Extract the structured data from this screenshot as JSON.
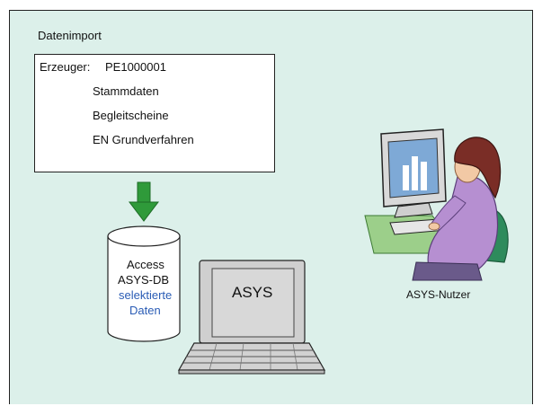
{
  "title": "Datenimport",
  "import": {
    "erzeuger_label": "Erzeuger:",
    "erzeuger_value": "PE1000001",
    "items": [
      "Stammdaten",
      "Begleitscheine",
      "EN Grundverfahren"
    ]
  },
  "database": {
    "line1": "Access",
    "line2": "ASYS-DB",
    "line3": "selektierte",
    "line4": "Daten"
  },
  "laptop": {
    "screen_label": "ASYS"
  },
  "user": {
    "caption": "ASYS-Nutzer"
  },
  "colors": {
    "background": "#dcf0ea",
    "arrow": "#2f9a3a",
    "highlight_text": "#2a5cb5"
  }
}
